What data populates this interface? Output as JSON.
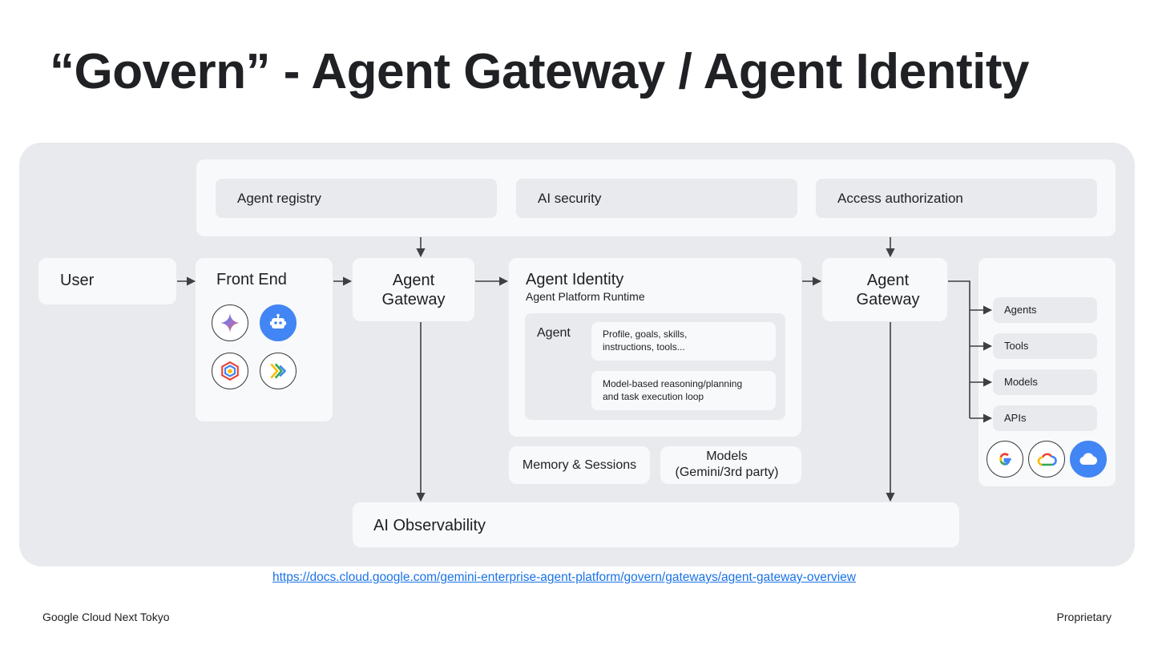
{
  "title": "“Govern” - Agent Gateway / Agent Identity",
  "top_bar": {
    "items": [
      "Agent registry",
      "AI security",
      "Access authorization"
    ]
  },
  "user": "User",
  "front_end": {
    "label": "Front End",
    "icons": [
      "gemini-sparkle-icon",
      "robot-agent-icon",
      "hexagon-cube-icon",
      "play-chevrons-icon"
    ]
  },
  "gateway_left": {
    "line1": "Agent",
    "line2": "Gateway"
  },
  "gateway_right": {
    "line1": "Agent",
    "line2": "Gateway"
  },
  "identity": {
    "title": "Agent Identity",
    "subtitle": "Agent Platform Runtime",
    "agent_label": "Agent",
    "items": [
      {
        "line1": "Profile, goals, skills,",
        "line2": "instructions, tools..."
      },
      {
        "line1": "Model-based reasoning/planning",
        "line2": "and task execution loop"
      }
    ]
  },
  "memory": "Memory & Sessions",
  "models": {
    "line1": "Models",
    "line2": "(Gemini/3rd party)"
  },
  "targets": {
    "items": [
      "Agents",
      "Tools",
      "Models",
      "APIs"
    ],
    "icons": [
      "google-g-icon",
      "google-cloud-icon",
      "cloud-icon"
    ]
  },
  "observability": "AI Observability",
  "link": "https://docs.cloud.google.com/gemini-enterprise-agent-platform/govern/gateways/agent-gateway-overview",
  "footer": {
    "left": "Google Cloud Next Tokyo",
    "right": "Proprietary"
  },
  "colors": {
    "panel": "#e8eaed",
    "box": "#f8f9fa",
    "accent_blue": "#4285f4",
    "link": "#1a73e8",
    "arrow": "#3c4043"
  }
}
